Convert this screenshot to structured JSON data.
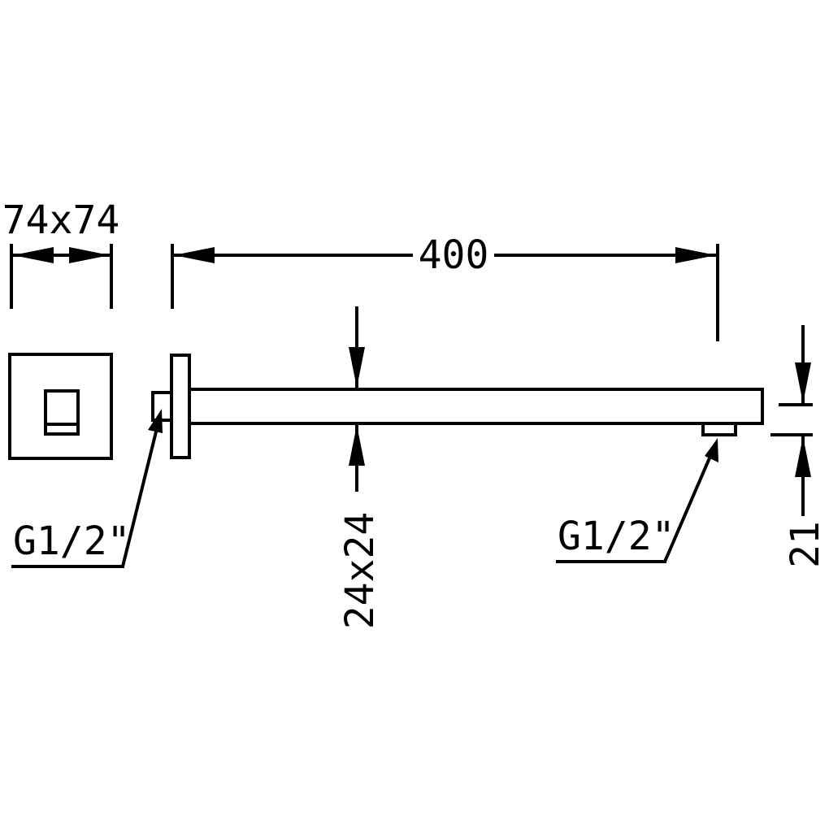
{
  "drawing": {
    "flange_size_label": "74x74",
    "arm_length_label": "400",
    "arm_section_label": "24x24",
    "wall_thread_label": "G1/2\"",
    "outlet_thread_label": "G1/2\"",
    "outlet_height_label": "21"
  },
  "colors": {
    "line": "#000000",
    "background": "#ffffff"
  }
}
